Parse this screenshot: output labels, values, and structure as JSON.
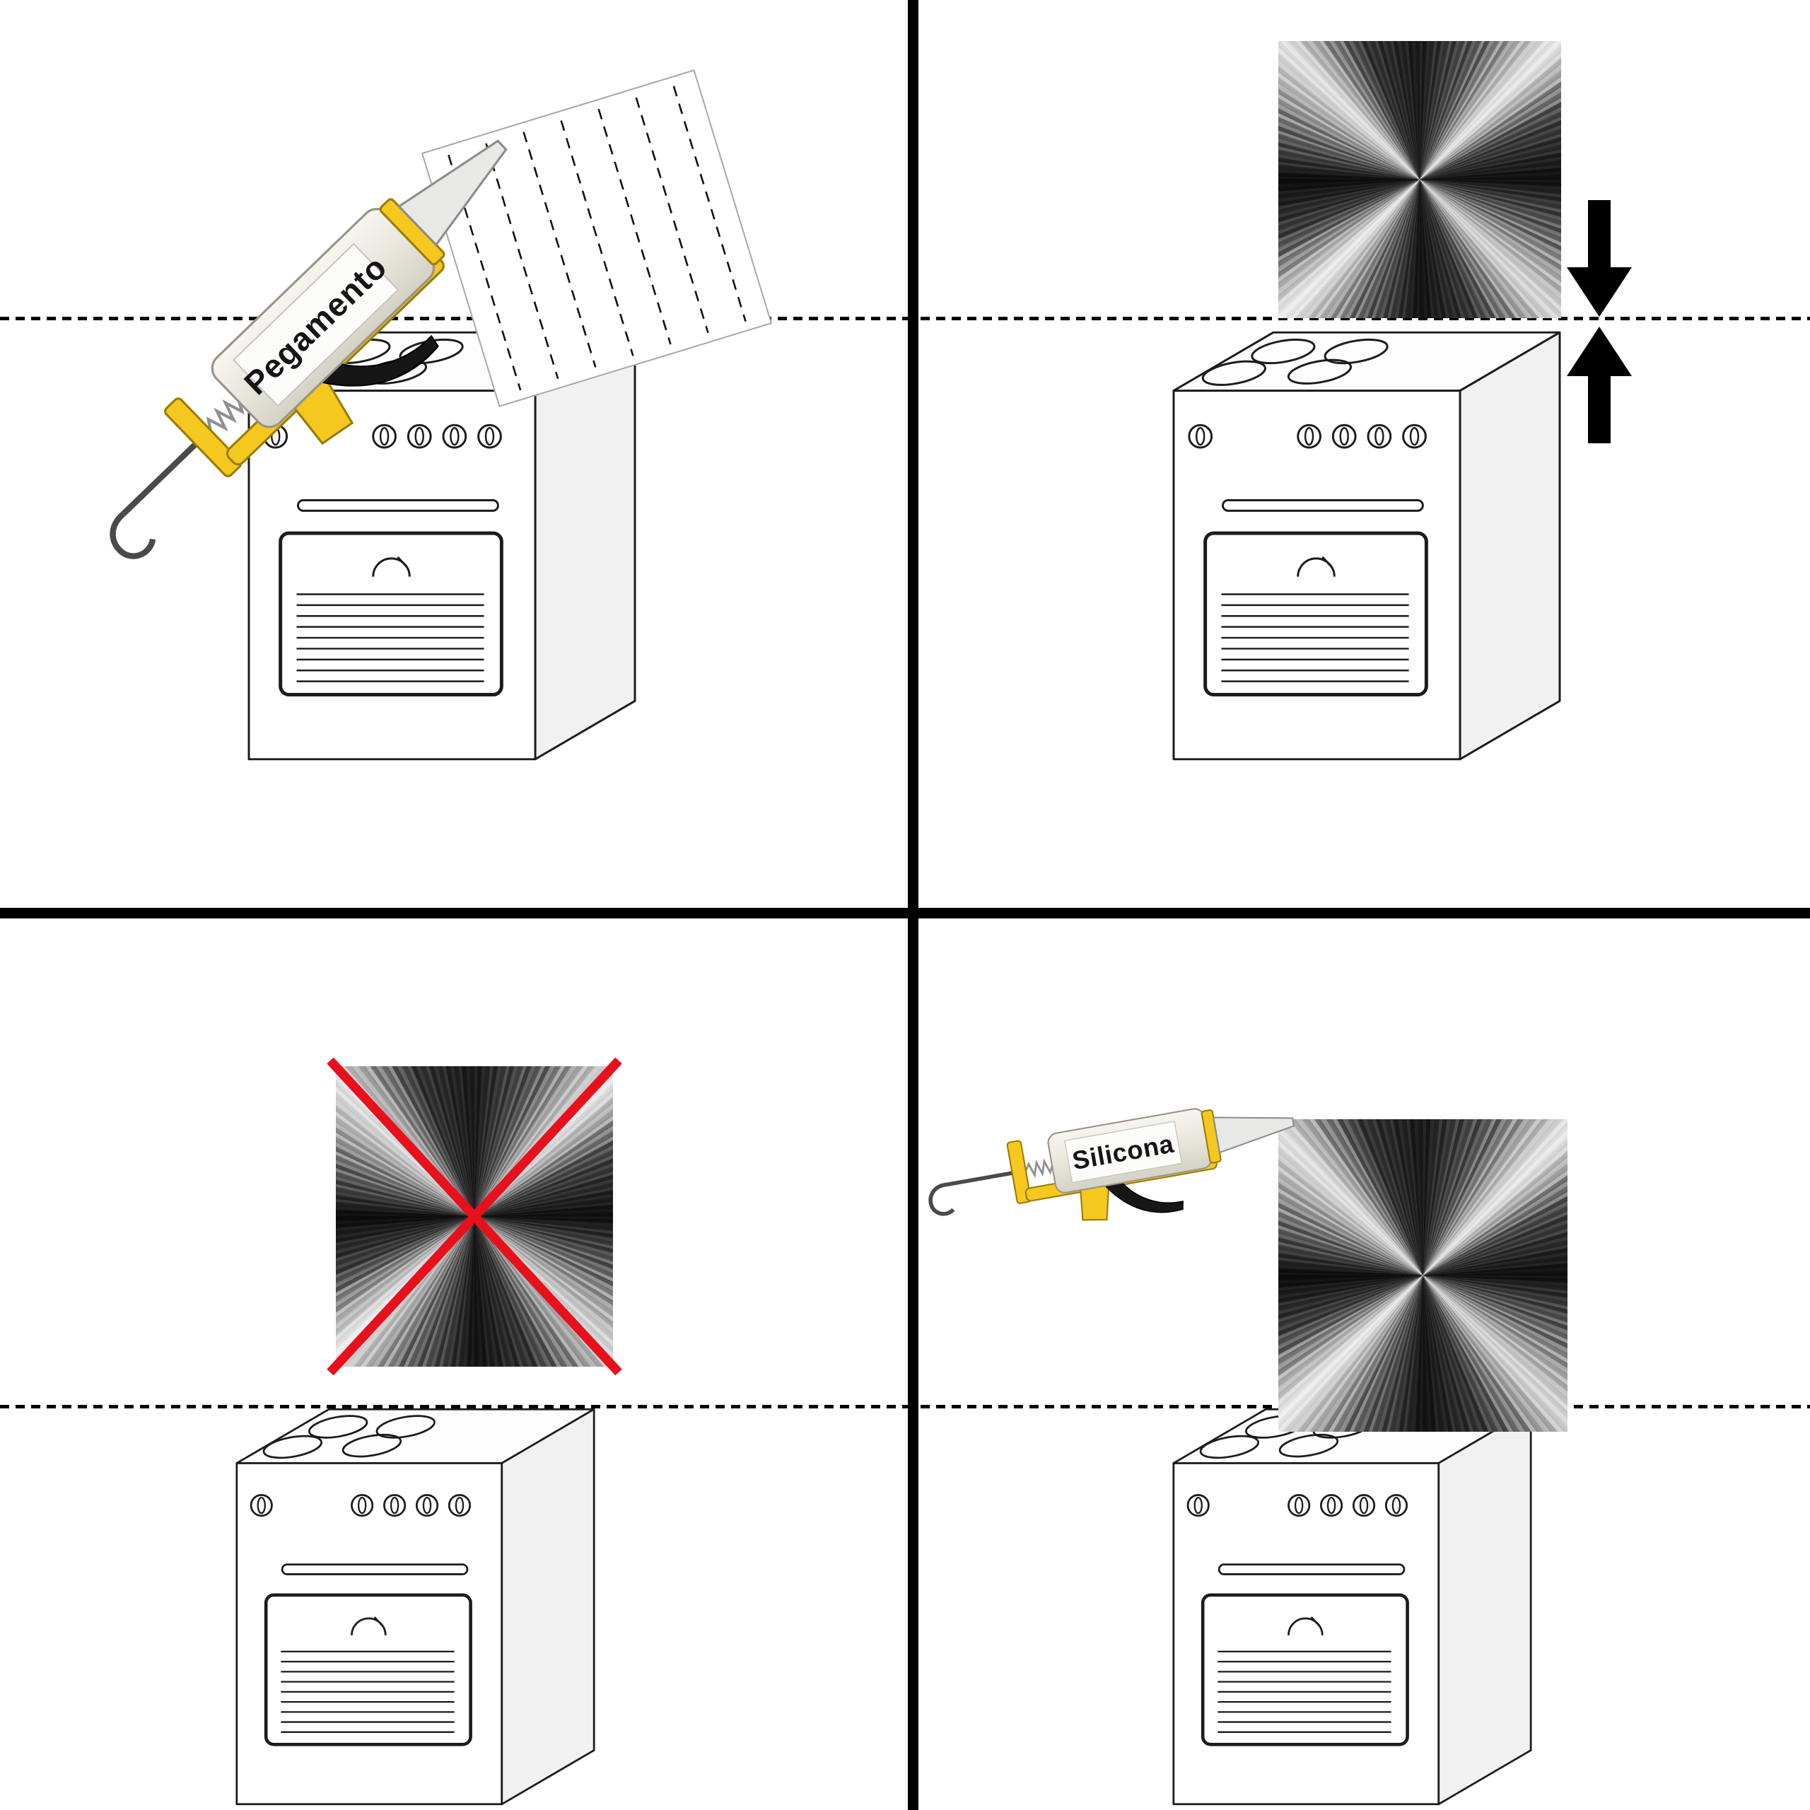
{
  "colors": {
    "divider": "#000000",
    "dashed_guide_line": "#000000",
    "caulk_gun_frame": "#f5c81f",
    "cross_out_red": "#e8101c",
    "press_arrows": "#000000",
    "metal_panel_base": "#2a2a2a"
  },
  "icons": {
    "caulk_gun": "caulk-gun-icon",
    "stove": "stove-icon",
    "metal_backsplash": "metal-backsplash-panel",
    "press_arrows": "press-together-arrows-icon",
    "cross_out": "cross-out-icon",
    "adhesive_lines_panel": "panel-back-adhesive-lines"
  },
  "steps": [
    {
      "id": "apply-adhesive-to-panel-back",
      "tool_label": "Pegamento"
    },
    {
      "id": "press-panel-onto-wall"
    },
    {
      "id": "panel-without-fixing-crossed-out"
    },
    {
      "id": "seal-top-edge-with-silicone",
      "tool_label": "Silicona"
    }
  ]
}
